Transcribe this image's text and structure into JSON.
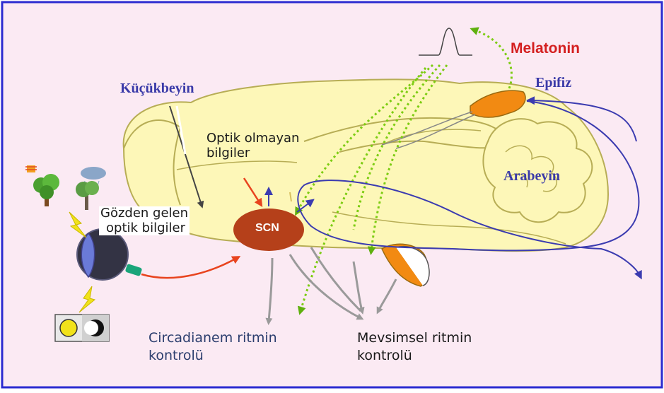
{
  "labels": {
    "kucukbeyin": "Küçükbeyin",
    "melatonin": "Melatonin",
    "epifiz": "Epifiz",
    "arabeyin": "Arabeyin",
    "optik_olmayan_1": "Optik olmayan",
    "optik_olmayan_2": "bilgiler",
    "gozden_1": "Gözden gelen",
    "gozden_2": "optik bilgiler",
    "scn": "SCN",
    "circadian_1": "Circadianem ritmin",
    "circadian_2": "kontrolü",
    "mevsimsel_1": "Mevsimsel ritmin",
    "mevsimsel_2": "kontrolü"
  },
  "colors": {
    "border": "#2b2bd0",
    "background": "#fbeaf3",
    "brain_fill": "#fdf7b8",
    "brain_stroke": "#b7ad55",
    "scn": "#b5401a",
    "pineal": "#f28a12",
    "melatonin_text": "#d42020",
    "blue_text": "#3a3aa8",
    "green_dotted": "#7ccc12",
    "gray_arrow": "#9a9a9a",
    "red_arrow": "#e8441e",
    "blue_line": "#3b3bb0",
    "circadian_text": "#2c3e6e"
  },
  "icons": [
    "tree-icon",
    "rain-tree-icon",
    "sun-icon",
    "lightning-icon",
    "eye-icon",
    "day-night-icon",
    "hormone-pulse-icon"
  ]
}
